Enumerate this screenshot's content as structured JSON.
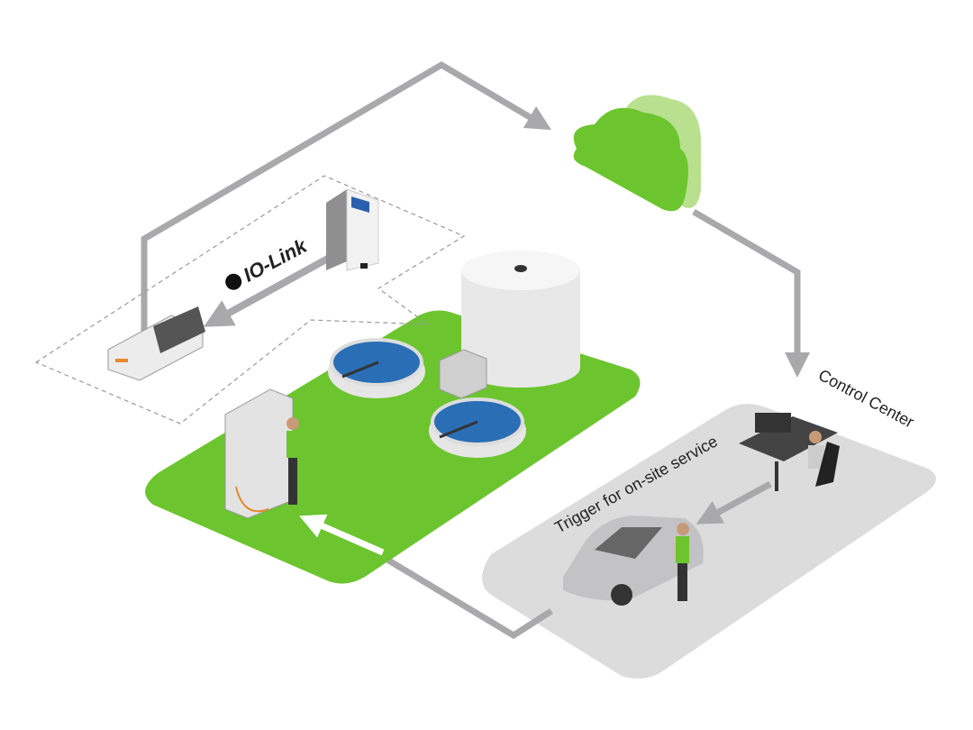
{
  "labels": {
    "io_link": "IO-Link",
    "control_center": "Control Center",
    "trigger": "Trigger for on-site service"
  },
  "colors": {
    "green": "#6cc52f",
    "light_green": "#b9e08e",
    "gray_platform": "#dedede",
    "arrow_gray": "#a9a9ab",
    "water_blue": "#2a6fb5"
  }
}
